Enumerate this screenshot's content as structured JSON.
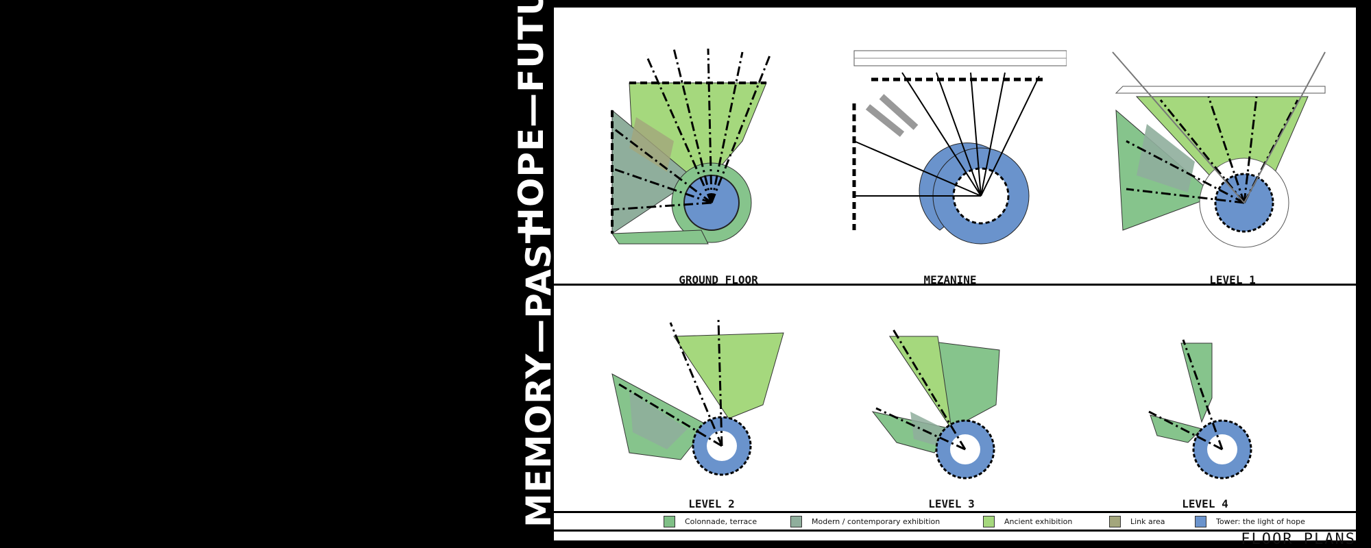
{
  "side_labels": {
    "top": "HOPE—FUTURE",
    "bottom": "MEMORY—PAST"
  },
  "plans": {
    "ground": "GROUND FLOOR",
    "mezanine": "MEZANINE",
    "level1": "LEVEL 1",
    "level2": "LEVEL 2",
    "level3": "LEVEL 3",
    "level4": "LEVEL 4"
  },
  "legend": [
    {
      "label": "Colonnade, terrace",
      "color": "#7fbf86"
    },
    {
      "label": "Modern / contemporary exhibition",
      "color": "#8fae9c"
    },
    {
      "label": "Ancient exhibition",
      "color": "#a5d87d"
    },
    {
      "label": "Link area",
      "color": "#a3a67c"
    },
    {
      "label": "Tower: the light of hope",
      "color": "#6a93cc"
    }
  ],
  "footer": "FLOOR PLANS",
  "colors": {
    "terrace": "#86c48c",
    "modern": "#8fae9c",
    "ancient": "#a5d87d",
    "link": "#a3a67c",
    "tower": "#6a93cc"
  }
}
